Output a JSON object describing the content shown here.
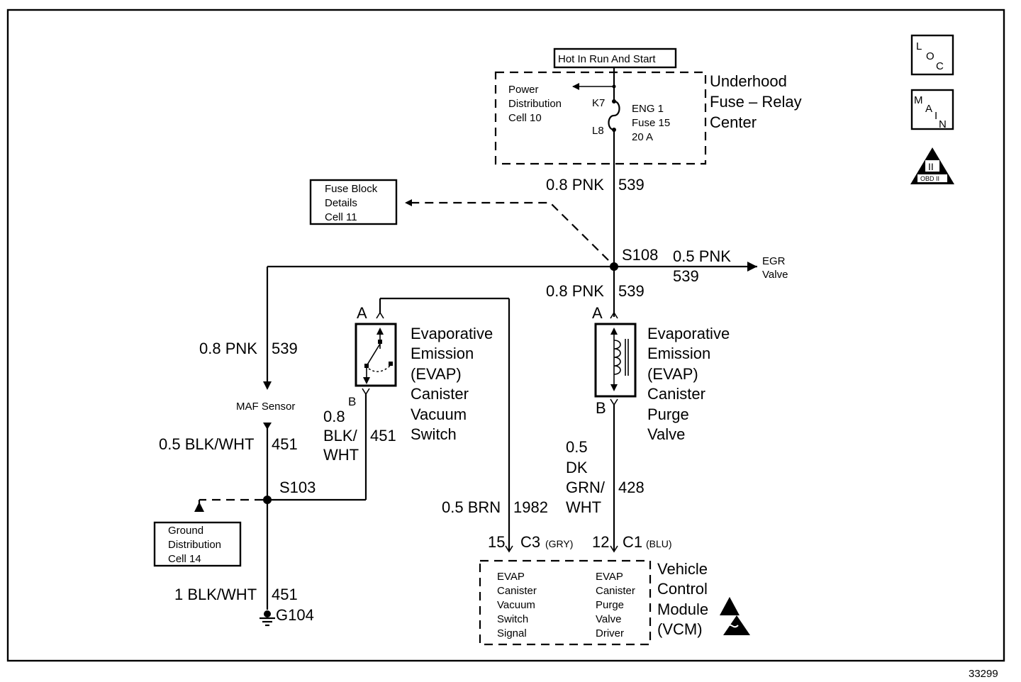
{
  "diagram": {
    "figure_number": "33299",
    "icons": {
      "loc": [
        "L",
        "O",
        "C"
      ],
      "main": [
        "M",
        "A",
        "I",
        "N"
      ],
      "obd": {
        "top": "II",
        "bottom": "OBD II"
      }
    },
    "fuse_center": {
      "header": "Hot In Run And Start",
      "title": [
        "Underhood",
        "Fuse – Relay",
        "Center"
      ],
      "power_ref": [
        "Power",
        "Distribution",
        "Cell 10"
      ],
      "pin_top": "K7",
      "pin_bottom": "L8",
      "fuse": [
        "ENG 1",
        "Fuse 15",
        "20 A"
      ]
    },
    "fuse_block_ref": [
      "Fuse Block",
      "Details",
      "Cell 11"
    ],
    "ground_ref": [
      "Ground",
      "Distribution",
      "Cell 14"
    ],
    "wires": {
      "w1": "0.8 PNK",
      "w1_circuit": "539",
      "splice_s108": "S108",
      "egr_wire": "0.5 PNK",
      "egr_circuit": "539",
      "egr_dest": [
        "EGR",
        "Valve"
      ],
      "w2": "0.8 PNK",
      "w2_circuit": "539",
      "maf_wire": "0.8 PNK",
      "maf_circuit": "539",
      "maf_label": "MAF Sensor",
      "maf_out_wire": "0.5 BLK/WHT",
      "maf_out_circuit": "451",
      "switch_wire": [
        "0.8",
        "BLK/",
        "WHT"
      ],
      "switch_circuit": "451",
      "splice_s103": "S103",
      "ground_wire": "1 BLK/WHT",
      "ground_circuit": "451",
      "ground_name": "G104",
      "brn_wire": "0.5 BRN",
      "brn_circuit": "1982",
      "purge_wire": [
        "0.5",
        "DK",
        "GRN/",
        "WHT"
      ],
      "purge_circuit": "428"
    },
    "vacuum_switch": {
      "pin_a": "A",
      "pin_b": "B",
      "title": [
        "Evaporative",
        "Emission",
        "(EVAP)",
        "Canister",
        "Vacuum",
        "Switch"
      ]
    },
    "purge_valve": {
      "pin_a": "A",
      "pin_b": "B",
      "title": [
        "Evaporative",
        "Emission",
        "(EVAP)",
        "Canister",
        "Purge",
        "Valve"
      ]
    },
    "vcm": {
      "c3_pin": "15",
      "c3": "C3",
      "c3_color": "(GRY)",
      "c1_pin": "12",
      "c1": "C1",
      "c1_color": "(BLU)",
      "left": [
        "EVAP",
        "Canister",
        "Vacuum",
        "Switch",
        "Signal"
      ],
      "right": [
        "EVAP",
        "Canister",
        "Purge",
        "Valve",
        "Driver"
      ],
      "title": [
        "Vehicle",
        "Control",
        "Module",
        "(VCM)"
      ]
    }
  }
}
